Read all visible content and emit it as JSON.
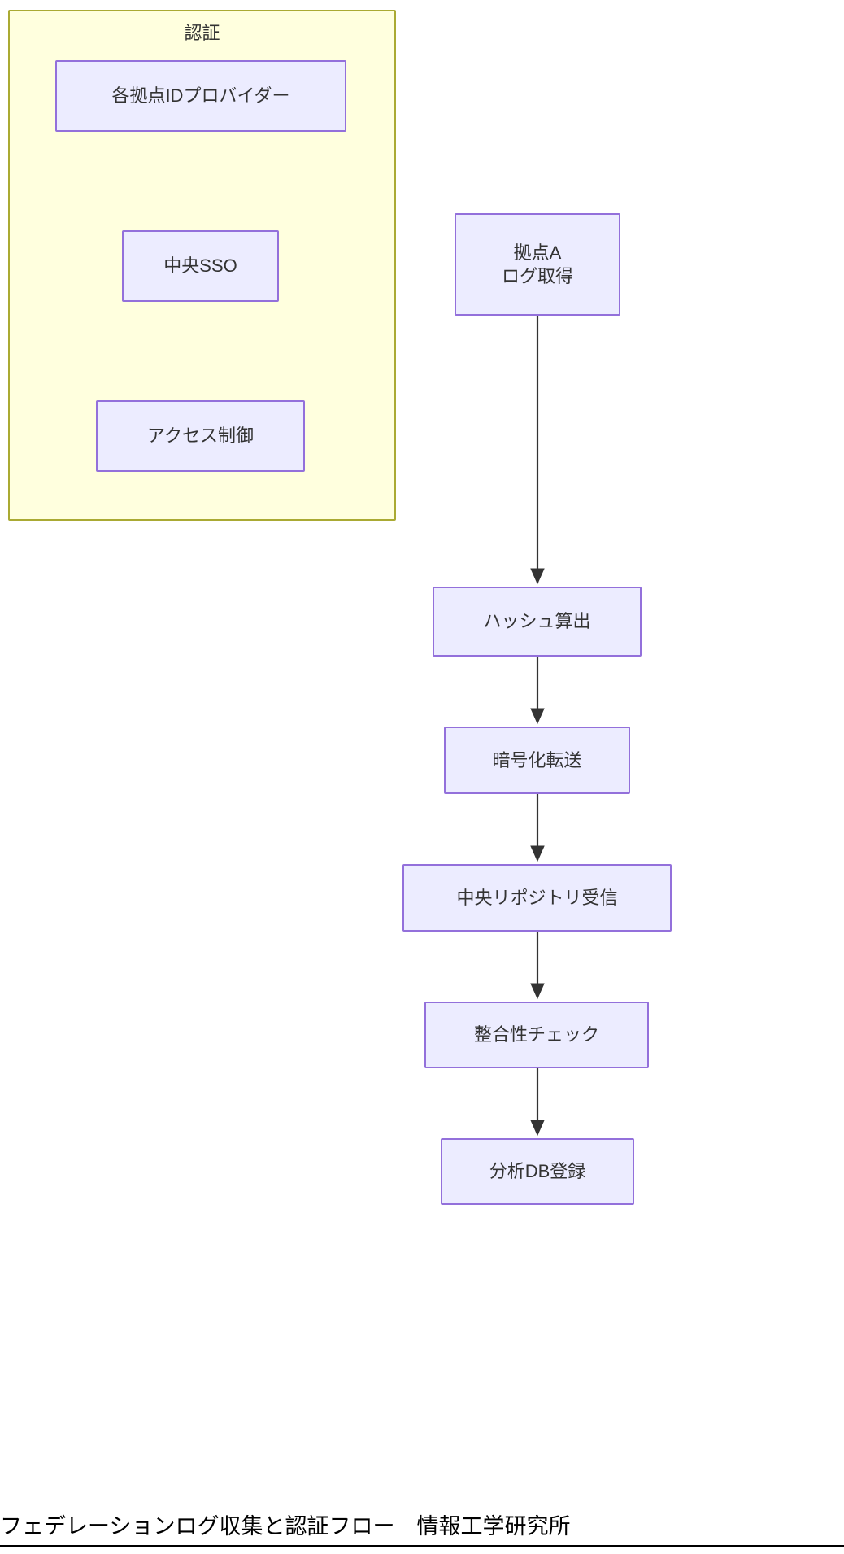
{
  "diagram": {
    "title_caption": "フェデレーションログ収集と認証フロー　情報工学研究所",
    "colors": {
      "subgraph_fill": "#ffffde",
      "subgraph_border": "#aaaa33",
      "node_fill": "#ececff",
      "node_border": "#9370db",
      "edge": "#333333",
      "text": "#333333"
    },
    "subgraphs": [
      {
        "id": "auth",
        "label": "認証"
      }
    ],
    "nodes": [
      {
        "id": "idp",
        "label": "各拠点IDプロバイダー",
        "group": "auth"
      },
      {
        "id": "sso",
        "label": "中央SSO",
        "group": "auth"
      },
      {
        "id": "access",
        "label": "アクセス制御",
        "group": "auth"
      },
      {
        "id": "siteA",
        "label": "拠点A\nログ取得",
        "group": "main"
      },
      {
        "id": "hash",
        "label": "ハッシュ算出",
        "group": "main"
      },
      {
        "id": "encrypt",
        "label": "暗号化転送",
        "group": "main"
      },
      {
        "id": "repository",
        "label": "中央リポジトリ受信",
        "group": "main"
      },
      {
        "id": "integrity",
        "label": "整合性チェック",
        "group": "main"
      },
      {
        "id": "analysisdb",
        "label": "分析DB登録",
        "group": "main"
      }
    ],
    "edges": [
      {
        "from": "idp",
        "to": "sso"
      },
      {
        "from": "sso",
        "to": "access"
      },
      {
        "from": "siteA",
        "to": "hash"
      },
      {
        "from": "hash",
        "to": "encrypt"
      },
      {
        "from": "encrypt",
        "to": "repository"
      },
      {
        "from": "repository",
        "to": "integrity"
      },
      {
        "from": "integrity",
        "to": "analysisdb"
      }
    ]
  }
}
